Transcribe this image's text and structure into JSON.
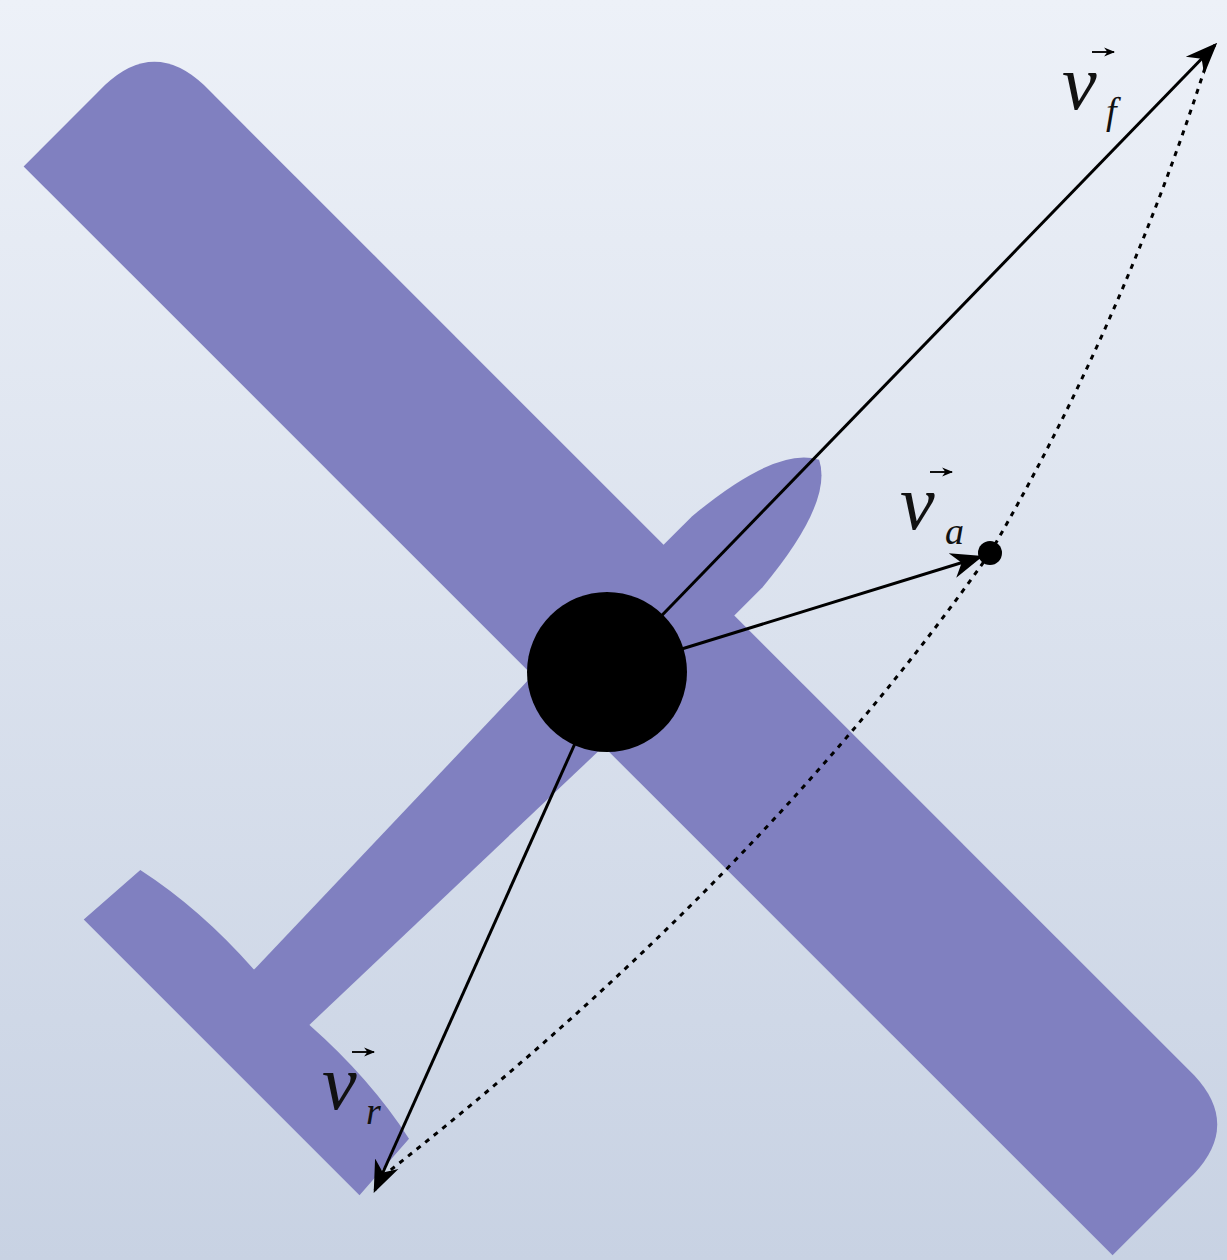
{
  "diagram": {
    "labels": [
      "v",
      "f",
      "v",
      "a",
      "v",
      "r"
    ]
  }
}
